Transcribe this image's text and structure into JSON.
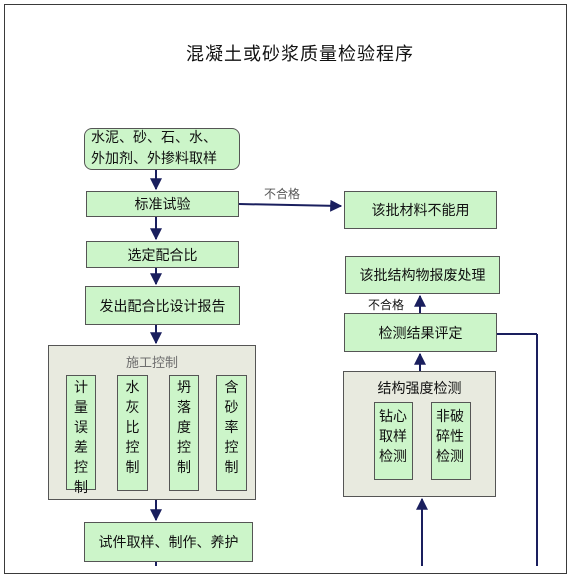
{
  "title": "混凝土或砂浆质量检验程序",
  "left_flow": {
    "sampling": [
      "水泥、砂、石、水、",
      "外加剂、外掺料取样"
    ],
    "standard_test": "标准试验",
    "select_mix": "选定配合比",
    "issue_report": "发出配合比设计报告",
    "construction_control": {
      "title": "施工控制",
      "items": [
        [
          "计",
          "量",
          "误",
          "差",
          "控",
          "制"
        ],
        [
          "水",
          "灰",
          "比",
          "控",
          "制"
        ],
        [
          "坍",
          "落",
          "度",
          "控",
          "制"
        ],
        [
          "含",
          "砂",
          "率",
          "控",
          "制"
        ]
      ]
    },
    "specimen": "试件取样、制作、养护"
  },
  "right_flow": {
    "reject_material": "该批材料不能用",
    "scrap_structure": "该批结构物报废处理",
    "evaluation": "检测结果评定",
    "strength_test": {
      "title": "结构强度检测",
      "items": [
        [
          "钻心",
          "取样",
          "检测"
        ],
        [
          "非破",
          "碎性",
          "检测"
        ]
      ]
    }
  },
  "labels": {
    "fail_1": "不合格",
    "fail_2": "不合格"
  },
  "colors": {
    "box_fill": "#ccf5c9",
    "panel_fill": "#e8eadf",
    "arrow": "#1a1f5e"
  }
}
